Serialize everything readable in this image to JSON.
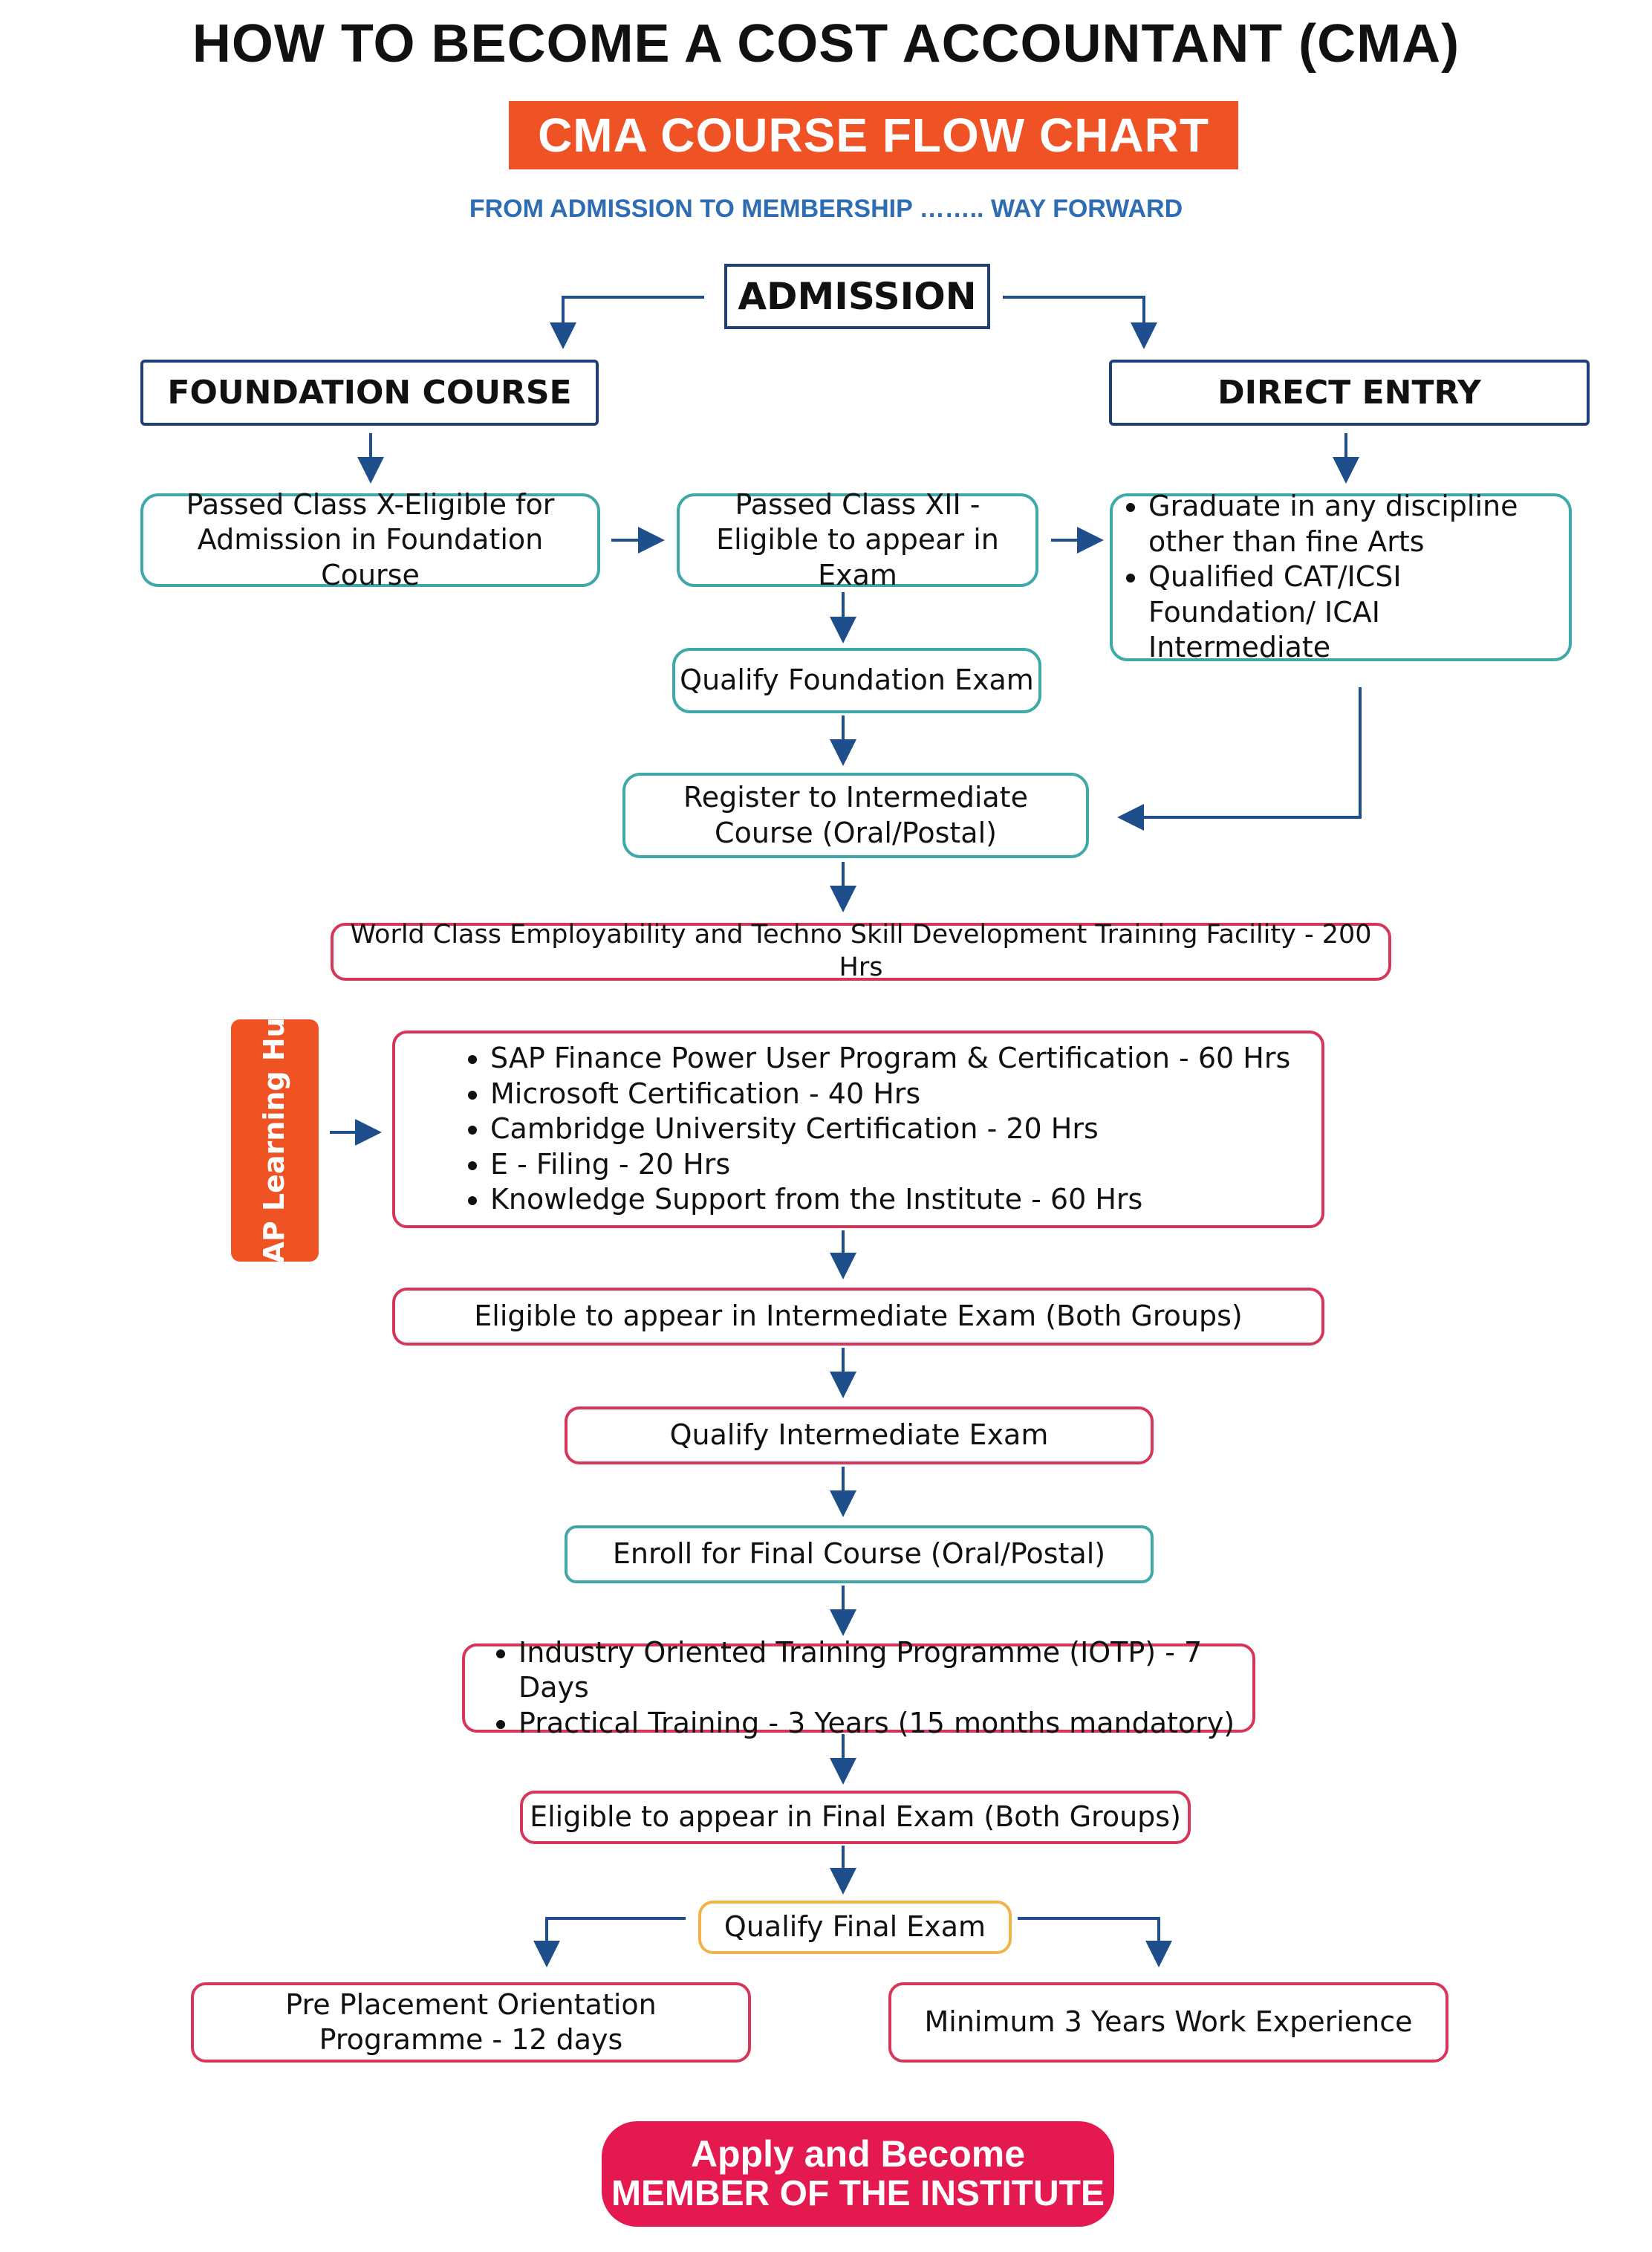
{
  "title": "HOW TO BECOME A COST ACCOUNTANT (CMA)",
  "banner": "CMA COURSE FLOW CHART",
  "subtitle": "FROM ADMISSION TO MEMBERSHIP …….. WAY FORWARD",
  "colors": {
    "navy": "#1f3f78",
    "teal": "#3fa9a9",
    "pink": "#d6365a",
    "orange_accent": "#ee5225",
    "gold": "#f1b24a",
    "cta": "#e3194f",
    "subtitle_blue": "#2e6db3"
  },
  "nodes": {
    "admission": "ADMISSION",
    "foundation_course": "FOUNDATION COURSE",
    "direct_entry": "DIRECT ENTRY",
    "class_x": "Passed Class X-Eligible for Admission in Foundation Course",
    "class_xii": "Passed Class XII - Eligible to appear in Exam",
    "direct_entry_criteria": [
      "Graduate in any discipline other than fine Arts",
      "Qualified CAT/ICSI Foundation/ ICAI Intermediate"
    ],
    "qualify_foundation": "Qualify Foundation Exam",
    "register_intermediate": "Register to Intermediate Course (Oral/Postal)",
    "training_facility": "World Class Employability and Techno Skill Development Training Facility - 200 Hrs",
    "sap_hub": "SAP Learning Hub",
    "training_items": [
      "SAP Finance Power User Program & Certification - 60 Hrs",
      "Microsoft Certification - 40 Hrs",
      "Cambridge University Certification - 20 Hrs",
      "E - Filing - 20 Hrs",
      "Knowledge Support from the Institute - 60 Hrs"
    ],
    "eligible_intermediate": "Eligible to appear in Intermediate Exam (Both Groups)",
    "qualify_intermediate": "Qualify Intermediate Exam",
    "enroll_final": "Enroll for Final Course (Oral/Postal)",
    "final_training_items": [
      "Industry Oriented Training Programme (IOTP) - 7 Days",
      "Practical Training - 3 Years (15 months mandatory)"
    ],
    "eligible_final": "Eligible to appear in Final Exam (Both Groups)",
    "qualify_final": "Qualify Final Exam",
    "pre_placement": "Pre Placement Orientation Programme - 12 days",
    "work_experience": "Minimum 3 Years Work Experience",
    "cta_line1": "Apply and Become",
    "cta_line2": "MEMBER OF THE INSTITUTE"
  }
}
